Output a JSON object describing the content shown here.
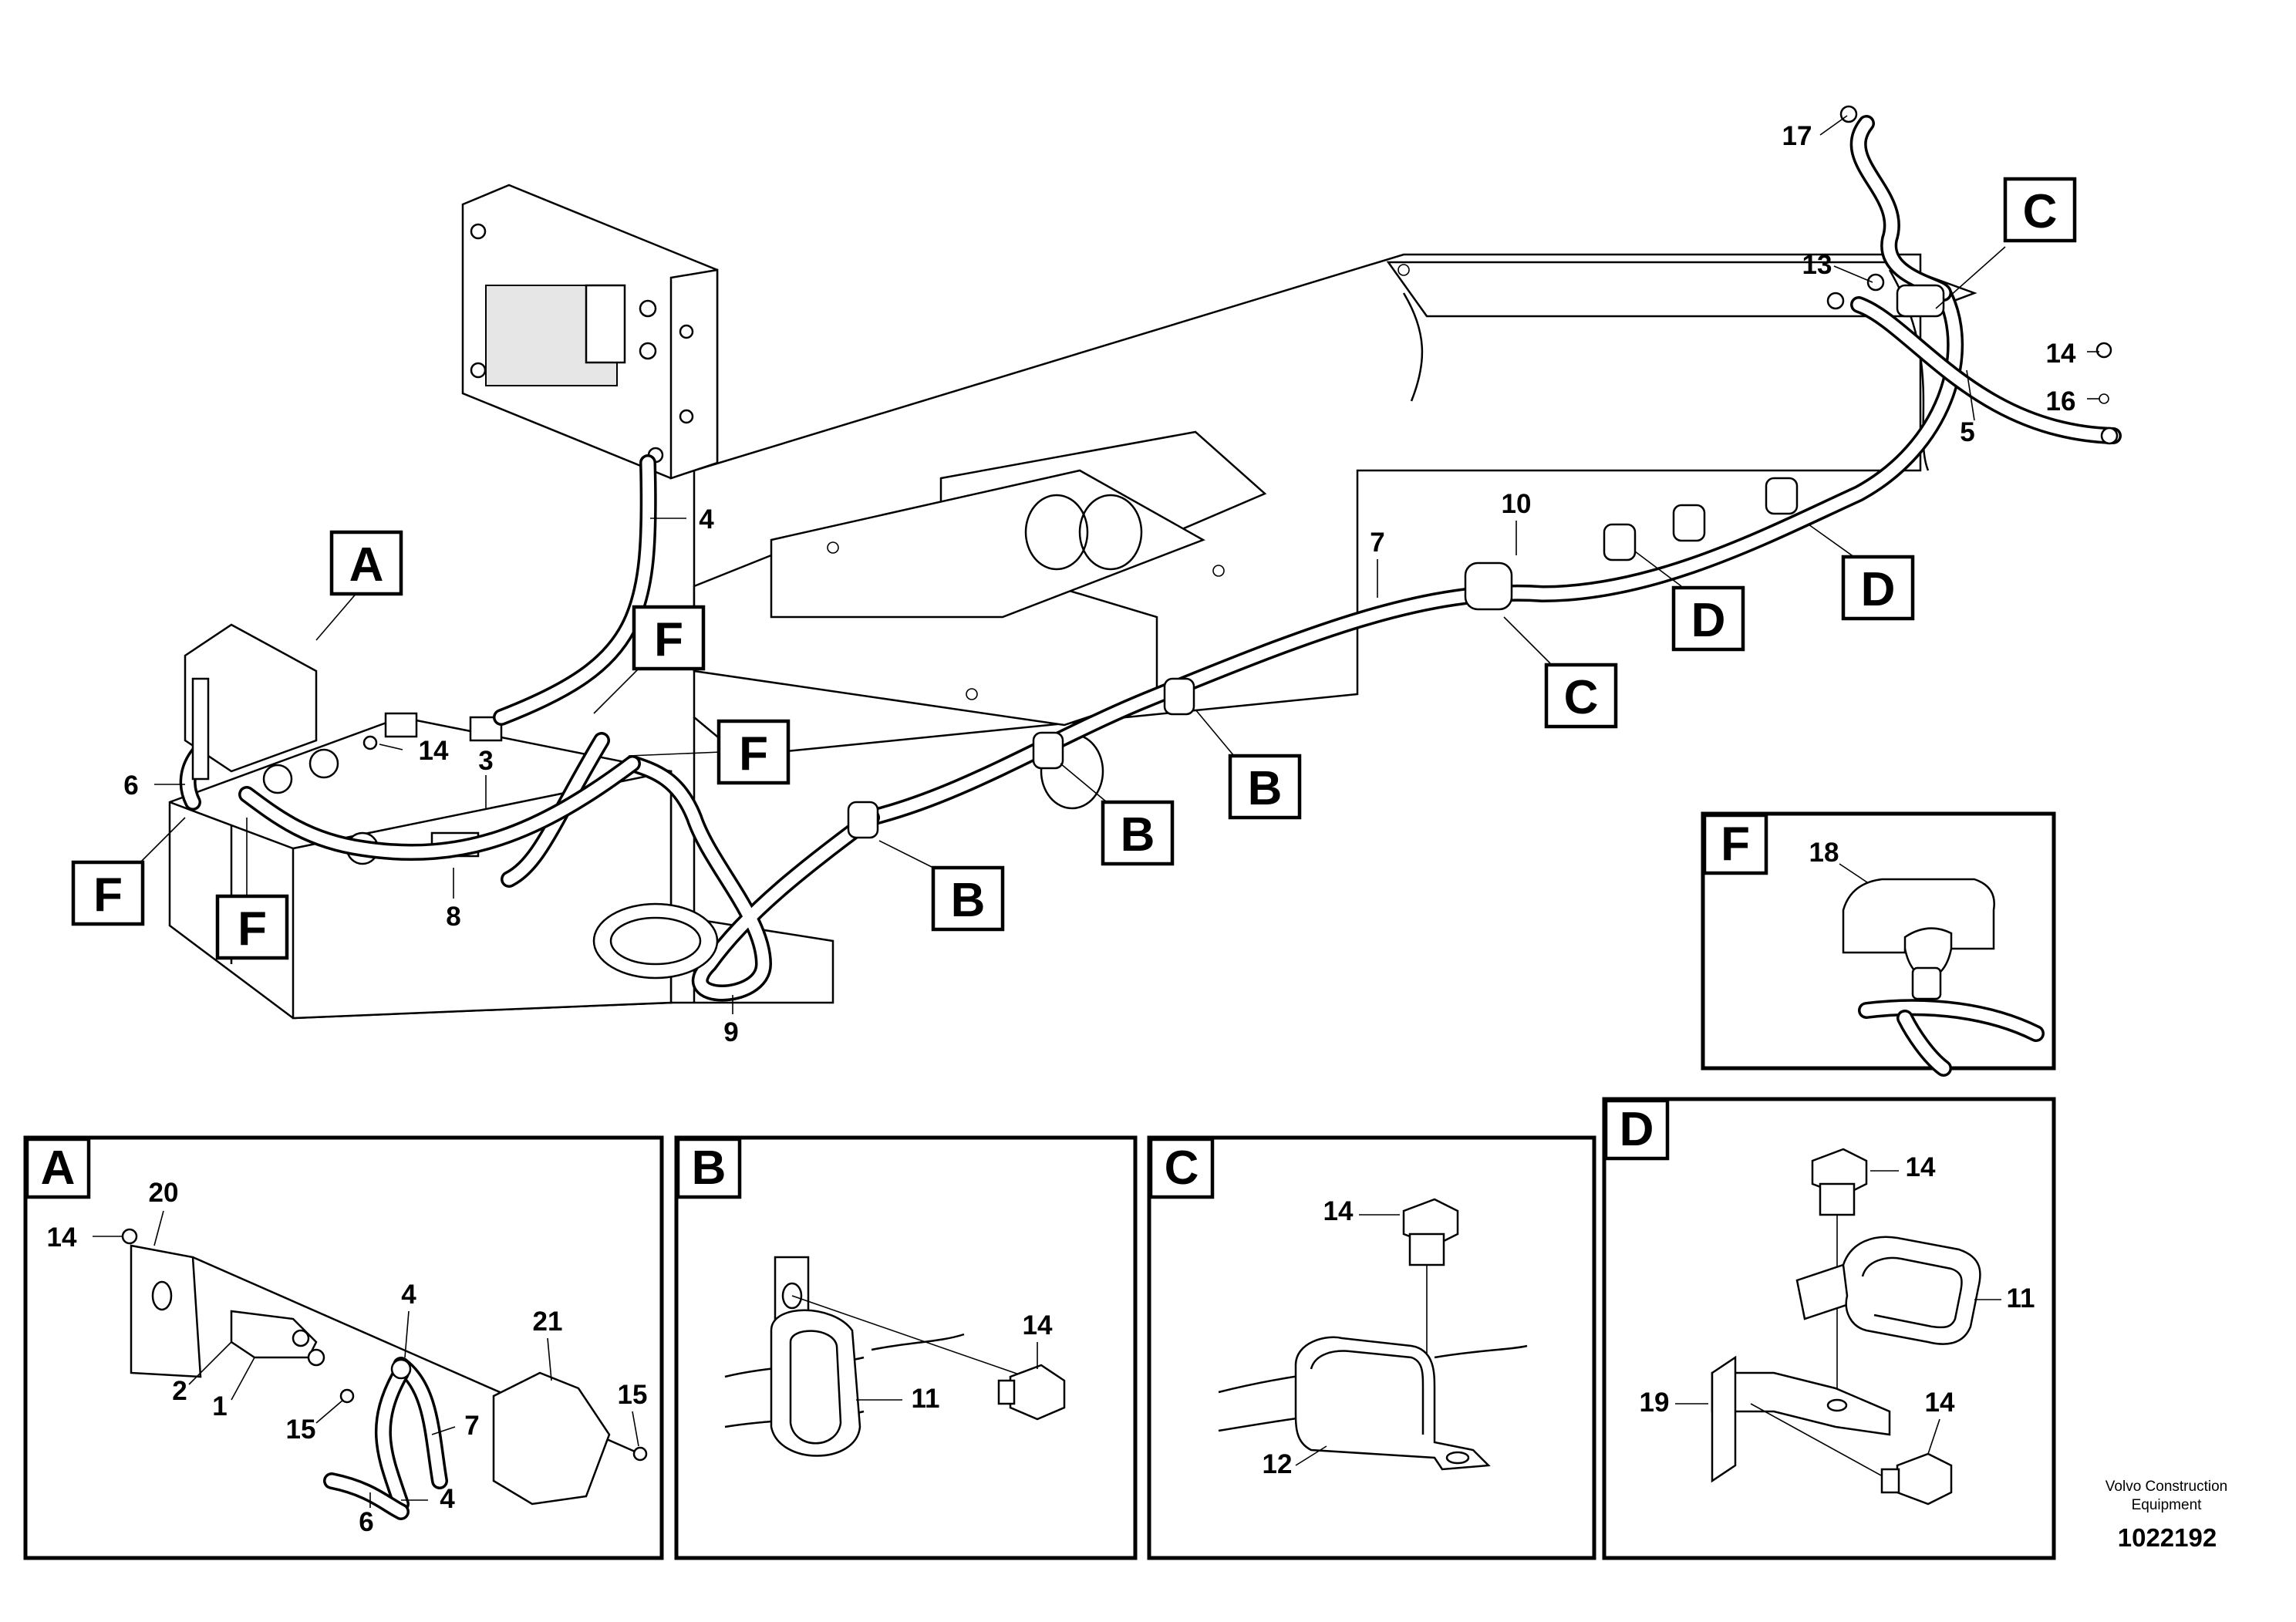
{
  "main_view": {
    "callouts": {
      "p17": "17",
      "p13": "13",
      "p14a": "14",
      "p16": "16",
      "p5": "5",
      "p10": "10",
      "p7": "7",
      "p4": "4",
      "p14b": "14",
      "p3": "3",
      "p6": "6",
      "p8": "8",
      "p9": "9"
    },
    "detail_refs": {
      "A": "A",
      "C_top": "C",
      "D_right": "D",
      "D_mid": "D",
      "C_mid": "C",
      "F_top": "F",
      "F_mid": "F",
      "F_left": "F",
      "F_low": "F",
      "B_right": "B",
      "B_mid": "B",
      "B_left": "B"
    }
  },
  "details": {
    "A": {
      "title": "A",
      "callouts": {
        "p20": "20",
        "p14": "14",
        "p2": "2",
        "p1": "1",
        "p4": "4",
        "p21": "21",
        "p15a": "15",
        "p15b": "15",
        "p7": "7",
        "p6": "6",
        "p4b": "4"
      }
    },
    "B": {
      "title": "B",
      "callouts": {
        "p14": "14",
        "p11": "11"
      }
    },
    "C": {
      "title": "C",
      "callouts": {
        "p14": "14",
        "p12": "12"
      }
    },
    "D": {
      "title": "D",
      "callouts": {
        "p14a": "14",
        "p11": "11",
        "p19": "19",
        "p14b": "14"
      }
    },
    "F": {
      "title": "F",
      "callouts": {
        "p18": "18"
      }
    }
  },
  "footer": {
    "company_line1": "Volvo Construction",
    "company_line2": "Equipment",
    "doc_number": "1022192"
  }
}
